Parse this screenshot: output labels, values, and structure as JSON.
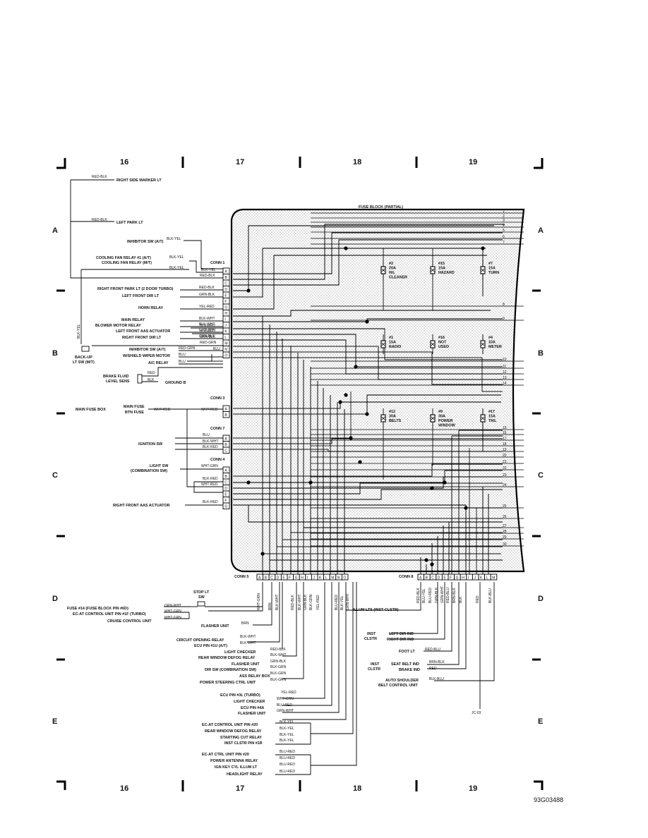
{
  "grid": {
    "cols": [
      "16",
      "17",
      "18",
      "19"
    ],
    "rows": [
      "A",
      "B",
      "C",
      "D",
      "E"
    ]
  },
  "header": {
    "fuse_block": "FUSE BLOCK (PARTIAL)"
  },
  "ref_code": "93G03488",
  "jc_label": "JC-03",
  "connectors": {
    "conn1": "CONN 1",
    "conn3": "CONN 3",
    "conn7": "CONN 7",
    "conn4": "CONN 4",
    "conn5": "CONN 5",
    "conn8": "CONN 8"
  },
  "conn1_pins": [
    "A",
    "B",
    "C",
    "D",
    "E",
    "F",
    "G",
    "H",
    "I",
    "J",
    "K",
    "L",
    "M",
    "N",
    "O"
  ],
  "conn3_pins": [
    "A",
    "B"
  ],
  "conn7_pins": [
    "A",
    "B",
    "C"
  ],
  "conn4_pins": [
    "A",
    "B",
    "C",
    "D",
    "E",
    "F",
    "G"
  ],
  "conn5_pins": [
    "A",
    "B",
    "C",
    "D",
    "E",
    "F",
    "G",
    "H",
    "I",
    "J",
    "K",
    "L",
    "M",
    "N",
    "O"
  ],
  "conn8_pins": [
    "A",
    "B",
    "C",
    "D",
    "E",
    "F",
    "G",
    "H",
    "I",
    "J",
    "K",
    "L",
    "M"
  ],
  "bus_numbers": [
    "1",
    "2",
    "3",
    "4",
    "5",
    "6",
    "7",
    "8",
    "9",
    "10",
    "11",
    "12",
    "13",
    "14",
    "15",
    "16",
    "17",
    "18",
    "19",
    "20",
    "21",
    "22",
    "23",
    "24",
    "25",
    "26",
    "27",
    "28",
    "29",
    "30"
  ],
  "fuses": [
    {
      "num": "#2",
      "amp": "20A",
      "desc1": "H/L",
      "desc2": "CLEANER"
    },
    {
      "num": "#15",
      "amp": "15A",
      "desc1": "HAZARD",
      "desc2": ""
    },
    {
      "num": "#7",
      "amp": "15A",
      "desc1": "TURN",
      "desc2": ""
    },
    {
      "num": "#1",
      "amp": "15A",
      "desc1": "RADIO",
      "desc2": ""
    },
    {
      "num": "#16",
      "amp": "",
      "desc1": "NOT",
      "desc2": "USED"
    },
    {
      "num": "#4",
      "amp": "10A",
      "desc1": "METER",
      "desc2": ""
    },
    {
      "num": "#12",
      "amp": "30A",
      "desc1": "BELTS",
      "desc2": ""
    },
    {
      "num": "#9",
      "amp": "30A",
      "desc1": "POWER",
      "desc2": "WINDOW"
    },
    {
      "num": "#17",
      "amp": "15A",
      "desc1": "TAIL",
      "desc2": ""
    }
  ],
  "left_top": {
    "right_side_marker": "RIGHT SIDE MARKER LT",
    "left_park": "LEFT PARK LT",
    "wire_rb": "RED-BLK",
    "wire_rb2": "RED-BLK",
    "inhibitor_at": "INHIBITOR SW (A/T)",
    "cooling1": "COOLING FAN RELAY #1 (A/T)",
    "cooling2": "COOLING FAN RELAY (M/T)",
    "blk_yel1": "BLK-YEL",
    "blk_yel2": "BLK-YEL",
    "blk_yel3": "BLK-YEL",
    "blk_yel4": "BLK-YEL",
    "red_blk3": "RED-BLK",
    "blk_yel_v": "BLK-YEL",
    "backup1": "BACK-UP",
    "backup2": "LT SW (M/T)"
  },
  "conn1_labels": [
    {
      "text": "RIGHT FRONT PARK LT (2 DOOR TURBO)",
      "wire": "RED-BLK"
    },
    {
      "text": "LEFT FRONT DIR LT",
      "wire": "GRN-BLK"
    },
    {
      "text": "HORN RELAY",
      "wire": "YEL-RED"
    },
    {
      "text": "MAIN RELAY",
      "wire": "BLK-WHT"
    },
    {
      "text": "BLOWER MOTOR RELAY",
      "wire": "BLK-WHT"
    },
    {
      "text": "LEFT FRONT AAS ACTUATOR",
      "wire": "GRN-WHT"
    },
    {
      "text": "RIGHT FRONT DIR LT",
      "wire": "GRN-BLK"
    },
    {
      "text": "INHIBITOR SW (A/T)",
      "wire": "RED-GRN"
    },
    {
      "text": "W/SHIELD WIPER MOTOR",
      "wire": "BLU"
    },
    {
      "text": "A/C RELAY",
      "wire": "BLU"
    }
  ],
  "conn1_right_wires": [
    "BLK-RED",
    "BLK-RED",
    "GRN-BLK",
    "RED-GRN",
    "BLU"
  ],
  "brake": {
    "l1": "BRAKE FLUID",
    "l2": "LEVEL SENS",
    "red": "RED",
    "blk": "BLK",
    "ground": "GROUND B"
  },
  "conn3": {
    "main_fuse_box": "MAIN FUSE BOX",
    "main_fuse": "MAIN FUSE",
    "btn_fuse": "BTN FUSE",
    "w1": "WHT-RED",
    "w2": "WHT-RED"
  },
  "conn7": {
    "ignition": "IGNITION SW",
    "w1": "BLU",
    "w2": "BLK-WHT",
    "w3": "BLK-RED"
  },
  "conn4": {
    "light1": "LIGHT SW",
    "light2": "(COMBINATION SW)",
    "w1": "WHT-GRN",
    "w2": "BLK-RED",
    "w3": "WHT-RED",
    "raas": "RIGHT FRONT AAS ACTUATOR",
    "w4": "BLK-RED"
  },
  "conn5_vert_wires": [
    "WHT-GRN",
    "BRN",
    "BLK-WHT",
    "RED-BLK",
    "BLK-WHT",
    "GRN-BLK",
    "BLK-GRN",
    "YEL-RED",
    "BLU-RED",
    "BLK-YEL",
    "GRN-WHT"
  ],
  "conn8_vert_wires": [
    "RED-BLK",
    "BLU-YEL",
    "BLU-RED",
    "GRN-BLK",
    "GRN-WHT",
    "RED-BLU",
    "BRN-BLK",
    "BLK",
    "RED",
    "BLK-BLU"
  ],
  "stop": {
    "l1": "STOP LT",
    "l2": "SW"
  },
  "left_bottom": [
    {
      "text": "FUSE #14 (FUSE BLOCK PIN #6D)",
      "wire": "GRN-WHT"
    },
    {
      "text": "EC-AT CONTROL UNIT PIN #1F (TURBO)",
      "wire": "WHT-GRN"
    },
    {
      "text": "CRUISE CONTROL UNIT",
      "wire": "WHT-GRN"
    },
    {
      "text": "FLASHER UNIT",
      "wire": "BRN"
    },
    {
      "text": "CIRCUIT OPENING RELAY",
      "wire": "BLK-WHT"
    },
    {
      "text": "ECU PIN #1U (A/T)",
      "wire": "BLK-WHT"
    },
    {
      "text": "LIGHT CHECKER",
      "wire": "RED-BLK"
    },
    {
      "text": "REAR WINDOW DEFOG RELAY",
      "wire": "BLK-WHT"
    },
    {
      "text": "FLASHER UNIT",
      "wire": "GRN-BLK"
    },
    {
      "text": "DIR SW (COMBINATION SW)",
      "wire": "BLK-GRN"
    },
    {
      "text": "ASS RELAY BOX",
      "wire": "BLK-GRN"
    },
    {
      "text": "POWER STEERING CTRL UNIT",
      "wire": "BLK-GRN"
    },
    {
      "text": "ECU PIN #3L (TURBO)",
      "wire": "YEL-RED"
    },
    {
      "text": "LIGHT CHECKER",
      "wire": "WHT-GRN"
    },
    {
      "text": "ECU PIN #4A",
      "wire": "BLU-RED"
    },
    {
      "text": "FLASHER UNIT",
      "wire": "GRN-WHT"
    },
    {
      "text": "EC-AT CONTROL UNIT PIN #20",
      "wire": "BLK-YEL"
    },
    {
      "text": "REAR WINDOW DEFOG RELAY",
      "wire": "BLK-YEL"
    },
    {
      "text": "STARTING CUT RELAY",
      "wire": "BLK-YEL"
    },
    {
      "text": "INST CLSTR PIN #1R",
      "wire": "BLK-YEL"
    },
    {
      "text": "EC-AT CTRL UNIT PIN #20",
      "wire": "BLU-RED"
    },
    {
      "text": "POWER ANTENNA RELAY",
      "wire": "BLU-RED"
    },
    {
      "text": "IGN KEY CYL ILLUM LT",
      "wire": "BLU-RED"
    },
    {
      "text": "HEADLIGHT RELAY",
      "wire": "BLU-RED"
    }
  ],
  "right_bottom": {
    "illum": "ILLUM LTS (INST CLSTR)",
    "inst1": "INST",
    "clstr1": "CLSTR",
    "left_dir": "LEFT DIR IND",
    "right_dir": "RIGHT DIR IND",
    "foot_lt": "FOOT LT",
    "foot_w": "RED-BLU",
    "inst2": "INST",
    "clstr2": "CLSTR",
    "seat_belt": "SEAT BELT IND",
    "seat_w": "BRN-BLK",
    "brake_ind": "BRAKE IND",
    "brake_w": "RED",
    "auto1": "AUTO SHOULDER",
    "auto2": "BELT CONTROL UNIT",
    "auto_w": "BLK-BLU"
  }
}
